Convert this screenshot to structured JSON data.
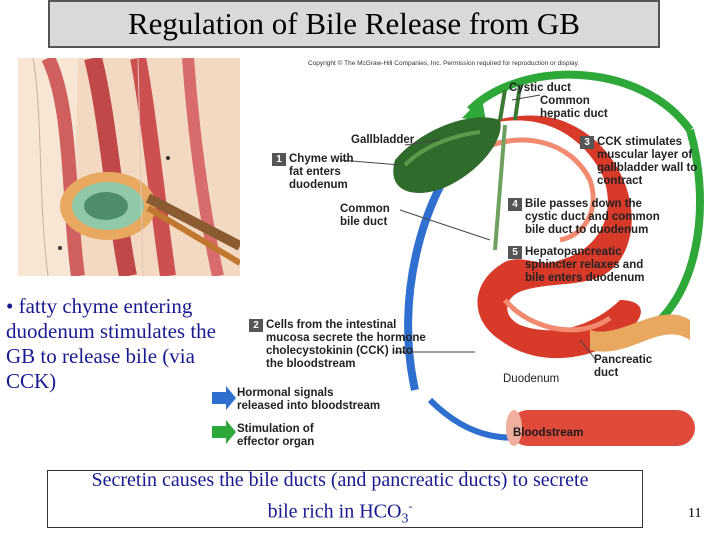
{
  "title": "Regulation of Bile Release from GB",
  "copyright": "Copyright © The McGraw-Hill Companies, Inc. Permission required for reproduction or display.",
  "bullet": "• fatty chyme entering duodenum stimulates the GB to release bile (via CCK)",
  "labels": {
    "cystic_duct": "Cystic duct",
    "common_hepatic_1": "Common",
    "common_hepatic_2": "hepatic duct",
    "gallbladder": "Gallbladder",
    "common_bile_1": "Common",
    "common_bile_2": "bile duct",
    "duodenum": "Duodenum",
    "pancreatic_1": "Pancreatic",
    "pancreatic_2": "duct",
    "bloodstream": "Bloodstream"
  },
  "steps": [
    {
      "num": "1",
      "lines": [
        "Chyme with",
        "fat enters",
        "duodenum"
      ]
    },
    {
      "num": "2",
      "lines": [
        "Cells from the intestinal",
        "mucosa secrete the hormone",
        "cholecystokinin (CCK) into",
        "the bloodstream"
      ]
    },
    {
      "num": "3",
      "lines": [
        "CCK stimulates",
        "muscular layer of",
        "gallbladder wall to",
        "contract"
      ]
    },
    {
      "num": "4",
      "lines": [
        "Bile passes down the",
        "cystic duct and common",
        "bile duct to duodenum"
      ]
    },
    {
      "num": "5",
      "lines": [
        "Hepatopancreatic",
        "sphincter relaxes and",
        "bile enters duodenum"
      ]
    }
  ],
  "legend": [
    {
      "text_1": "Hormonal signals",
      "text_2": "released into bloodstream",
      "color": "#2f6fd0"
    },
    {
      "text_1": "Stimulation of",
      "text_2": "effector organ",
      "color": "#2fa83a"
    }
  ],
  "caption_1": "Secretin causes the bile ducts (and pancreatic ducts) to secrete",
  "caption_2_main": "bile rich in HCO",
  "caption_2_sub": "3",
  "caption_2_sup": "-",
  "page_number": "11"
}
